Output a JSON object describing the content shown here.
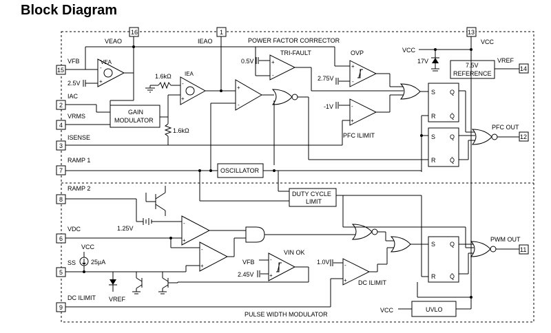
{
  "heading": "Block Diagram",
  "sections": {
    "top": "POWER FACTOR CORRECTOR",
    "bottom": "PULSE WIDTH MODULATOR"
  },
  "pins": {
    "p16": "16",
    "p1": "1",
    "p13": "13",
    "p15": "15",
    "p2": "2",
    "p4": "4",
    "p3": "3",
    "p7": "7",
    "p14": "14",
    "p12": "12",
    "p8": "8",
    "p6": "6",
    "p5": "5",
    "p9": "9",
    "p11": "11"
  },
  "pin_labels": {
    "veao": "VEAO",
    "ieao": "IEAO",
    "vcc_top": "VCC",
    "vfb": "VFB",
    "iac": "IAC",
    "vrms": "VRMS",
    "isense": "ISENSE",
    "ramp1": "RAMP 1",
    "vref": "VREF",
    "pfc_out": "PFC OUT",
    "ramp2": "RAMP 2",
    "vdc": "VDC",
    "ss": "SS",
    "dc_ilimit_pin": "DC ILIMIT",
    "pwm_out": "PWM OUT"
  },
  "blocks": {
    "vea": "VEA",
    "iea": "IEA",
    "tri_fault": "TRI-FAULT",
    "ovp": "OVP",
    "pfc_ilimit": "PFC ILIMIT",
    "gain_mod_1": "GAIN",
    "gain_mod_2": "MODULATOR",
    "oscillator": "OSCILLATOR",
    "dcl_1": "DUTY CYCLE",
    "dcl_2": "LIMIT",
    "ref_1": "7.5V",
    "ref_2": "REFERENCE",
    "vin_ok": "VIN OK",
    "dc_ilimit": "DC ILIMIT",
    "uvlo": "UVLO"
  },
  "values": {
    "v25": "2.5V",
    "v05": "0.5V",
    "v275": "2.75V",
    "vneg1": "-1V",
    "v17": "17V",
    "r1": "1.6kΩ",
    "r2": "1.6kΩ",
    "v125": "1.25V",
    "i25": "25µA",
    "v10": "1.0V",
    "vfb2": "VFB",
    "v245": "2.45V",
    "vcc_ss": "VCC",
    "vref_ss": "VREF",
    "vcc_uvlo": "VCC"
  },
  "ff": {
    "s": "S",
    "r": "R",
    "q": "Q",
    "qb": "Q̄"
  }
}
